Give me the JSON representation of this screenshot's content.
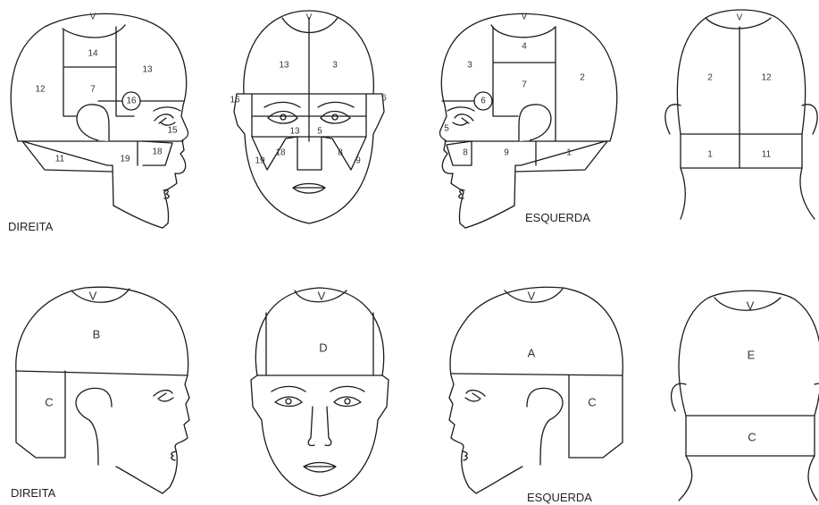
{
  "captions": {
    "top_left": "DIREITA",
    "top_right": "ESQUERDA",
    "bottom_left": "DIREITA",
    "bottom_right": "ESQUERDA"
  },
  "row1": {
    "right_profile": [
      "V",
      "14",
      "13",
      "12",
      "7",
      "16",
      "15",
      "11",
      "19",
      "18"
    ],
    "front": [
      "V",
      "13",
      "3",
      "16",
      "6",
      "13",
      "5",
      "19",
      "18",
      "8",
      "9"
    ],
    "left_profile": [
      "V",
      "4",
      "3",
      "2",
      "7",
      "6",
      "5",
      "8",
      "9",
      "1"
    ],
    "back": [
      "V",
      "2",
      "12",
      "1",
      "11"
    ]
  },
  "row2": {
    "right_profile": [
      "V",
      "B",
      "C"
    ],
    "front": [
      "V",
      "D"
    ],
    "left_profile": [
      "V",
      "A",
      "C"
    ],
    "back": [
      "V",
      "E",
      "C"
    ]
  }
}
